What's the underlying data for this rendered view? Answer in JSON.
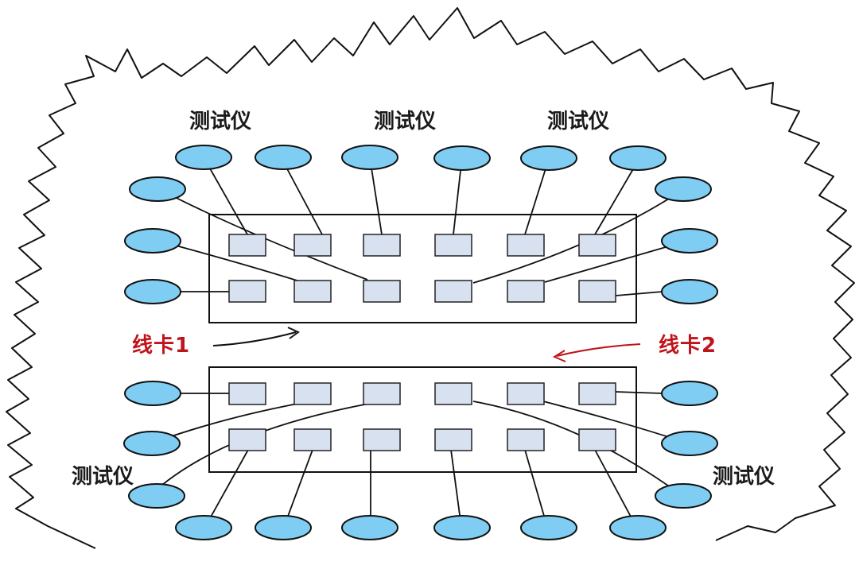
{
  "labels": {
    "tester": "测试仪",
    "card1": "线卡1",
    "card2": "线卡2"
  },
  "colors": {
    "instrument_fill": "#7fcdf2",
    "port_fill": "#d8e1ef",
    "stroke": "#111111",
    "card_label": "#c0141c"
  }
}
